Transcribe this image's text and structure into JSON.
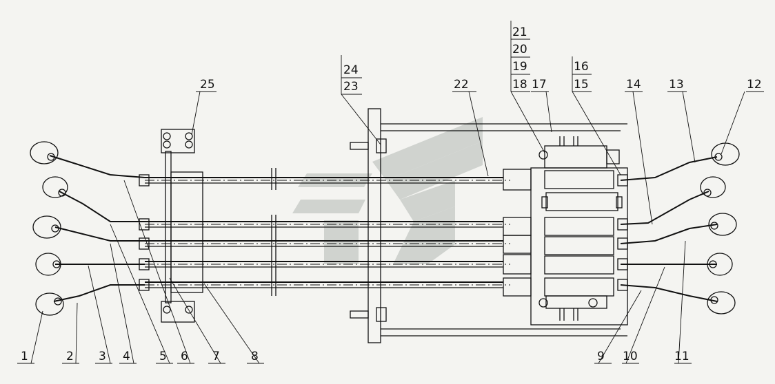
{
  "labels_bottom": [
    "1",
    "2",
    "3",
    "4",
    "5",
    "6",
    "7",
    "8",
    "9",
    "10",
    "11"
  ],
  "labels_top_single": [
    "25",
    "22",
    "17",
    "14",
    "13",
    "12"
  ],
  "labels_stack_24_23": [
    "24",
    "23"
  ],
  "labels_stack_21_18": [
    "21",
    "20",
    "19",
    "18"
  ],
  "labels_stack_16_15": [
    "16",
    "15"
  ],
  "colors": {
    "line": "#111111",
    "background": "#f4f4f1",
    "watermark": "#c9ccc9"
  }
}
